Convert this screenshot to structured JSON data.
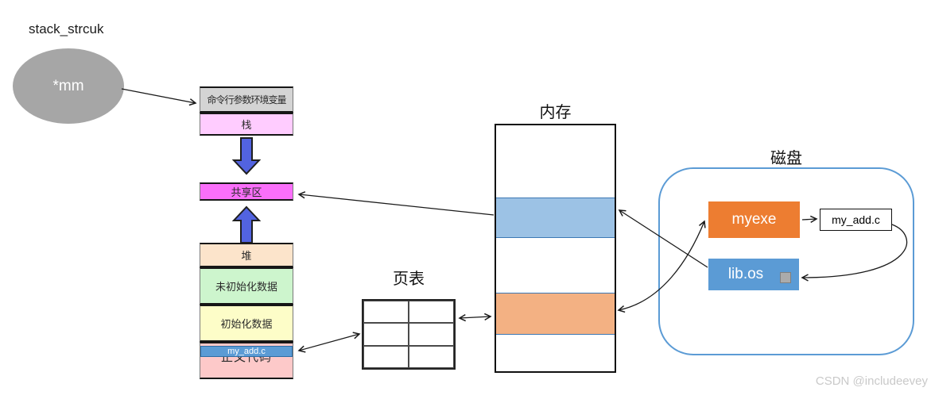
{
  "diagram": {
    "struct_label": "stack_strcuk",
    "ellipse_label": "*mm",
    "process_layout": {
      "cmdline": "命令行参数环境变量",
      "stack": "栈",
      "shared": "共享区",
      "heap": "堆",
      "uninit_data": "未初始化数据",
      "init_data": "初始化数据",
      "my_add_strip": "my_add.c",
      "text_code": "正文代码"
    },
    "page_table": {
      "title": "页表",
      "rows": 3,
      "cols": 2
    },
    "memory": {
      "title": "内存"
    },
    "disk": {
      "title": "磁盘",
      "myexe_label": "myexe",
      "my_add_file_label": "my_add.c",
      "lib_label": "lib.os"
    },
    "watermark": "CSDN @includeevey",
    "colors": {
      "ellipse": "#a6a6a6",
      "cmdline_bg": "#d4d4d4",
      "stack_bg": "#ffccff",
      "shared_bg": "#fa6ffa",
      "heap_bg": "#fce4cb",
      "uninit_bg": "#cdf5cd",
      "init_bg": "#fdfdc8",
      "code_bg": "#fdc9c9",
      "strip_bg": "#5b9bd5",
      "mem_blue_band": "#9cc2e5",
      "mem_orange_band": "#f3b183",
      "myexe_bg": "#ed7d31",
      "libos_bg": "#5b9bd5",
      "block_arrow": "#5263e0"
    }
  }
}
